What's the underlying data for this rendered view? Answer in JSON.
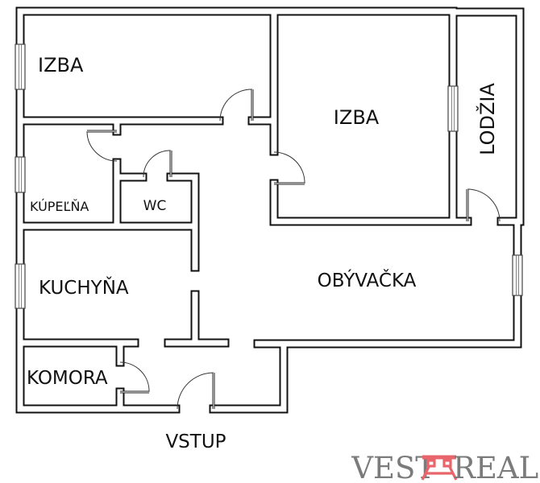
{
  "plan": {
    "rooms": {
      "izba_1": "IZBA",
      "izba_2": "IZBA",
      "lodzia": "LODŽIA",
      "kupelna": "KÚPEĽŇA",
      "wc": "WC",
      "kuchyna": "KUCHYŇA",
      "obyvacka": "OBÝVAČKA",
      "komora": "KOMORA"
    },
    "entrance": "VSTUP"
  },
  "logo": {
    "left": "VEST",
    "right": "REAL",
    "text_color": "#7b7b7b",
    "mark_color": "#e8666b"
  },
  "colors": {
    "wall": "#111111",
    "background": "#ffffff"
  }
}
